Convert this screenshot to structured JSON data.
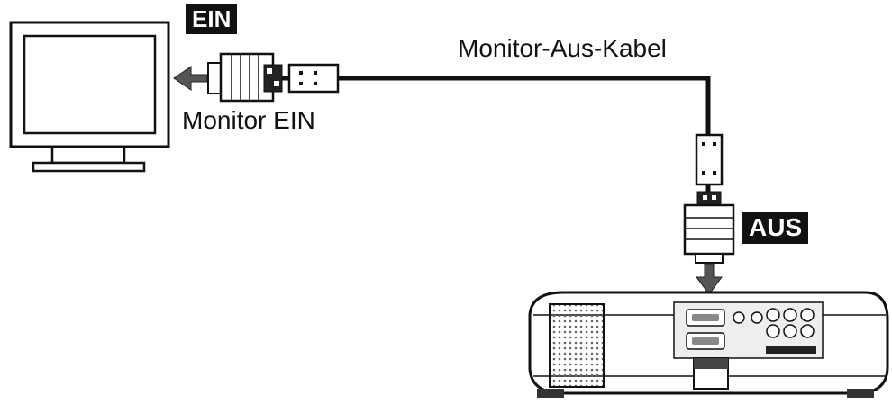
{
  "labels": {
    "monitor_in_tag": "EIN",
    "monitor_out_tag": "AUS",
    "monitor_in_port": "Monitor EIN",
    "cable": "Monitor-Aus-Kabel"
  },
  "colors": {
    "line": "#111111",
    "arrow": "#555555",
    "panel": "#eeeeee",
    "tag_bg": "#111111",
    "tag_text": "#ffffff"
  }
}
